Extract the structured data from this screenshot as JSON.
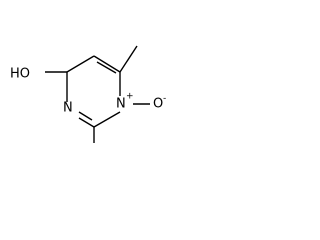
{
  "molecule": {
    "atoms": {
      "hydroxyl": "HO",
      "ring_nitrogen_1": "N",
      "ring_nitrogen_oxide": "N",
      "nitrogen_charge": "+",
      "oxide_oxygen": "O",
      "oxide_charge": "-"
    }
  }
}
